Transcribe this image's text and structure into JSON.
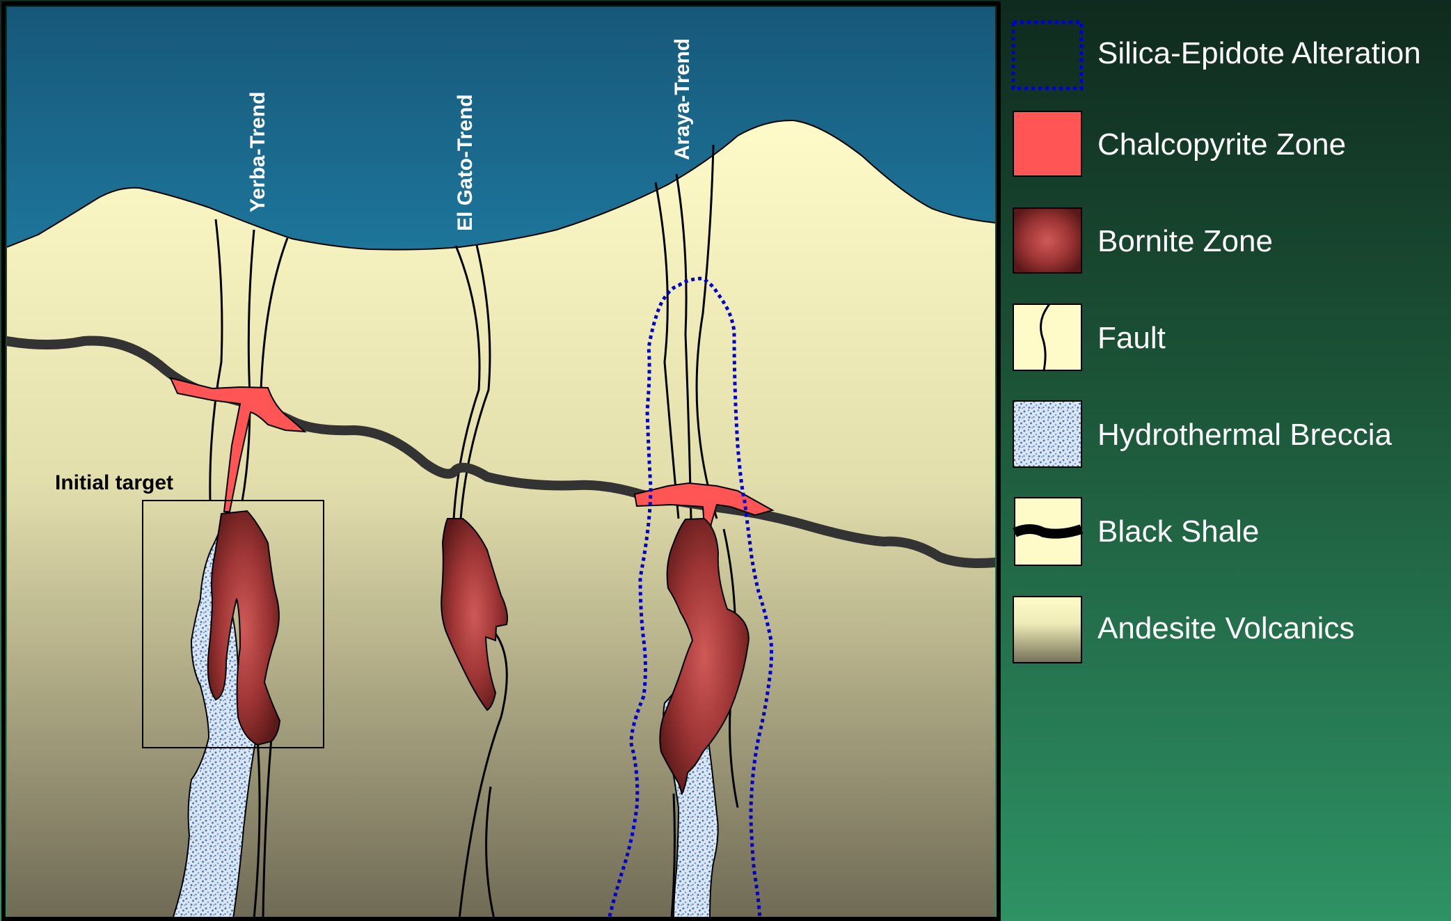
{
  "section": {
    "trends": [
      "Yerba-Trend",
      "El Gato-Trend",
      "Araya-Trend"
    ],
    "initial_target_label": "Initial target"
  },
  "legend": {
    "items": [
      {
        "label": "Silica-Epidote Alteration",
        "icon": "dotted-blue-outline-icon",
        "color": "#0000cc"
      },
      {
        "label": "Chalcopyrite Zone",
        "icon": "red-fill-icon",
        "color": "#ff5555"
      },
      {
        "label": "Bornite Zone",
        "icon": "maroon-gradient-icon",
        "color": "#8a2c2c"
      },
      {
        "label": "Fault",
        "icon": "fault-line-icon",
        "color": "#000000"
      },
      {
        "label": "Hydrothermal Breccia",
        "icon": "stipple-icon",
        "color": "#c4d6ec"
      },
      {
        "label": "Black Shale",
        "icon": "thick-black-line-icon",
        "color": "#1e1e1e"
      },
      {
        "label": "Andesite Volcanics",
        "icon": "cream-gradient-icon",
        "color": "#fffbc9"
      }
    ]
  },
  "colors": {
    "sky_top": "#17587a",
    "sky_bottom": "#2ec6f4",
    "rock_top": "#fffbc9",
    "rock_bottom": "#6f6a55",
    "shale": "#333333",
    "chalcopyrite": "#ff5555",
    "bornite_core": "#c9504f",
    "bornite_edge": "#5a1818",
    "breccia": "#c4d6ec",
    "alteration_outline": "#0000cc"
  }
}
